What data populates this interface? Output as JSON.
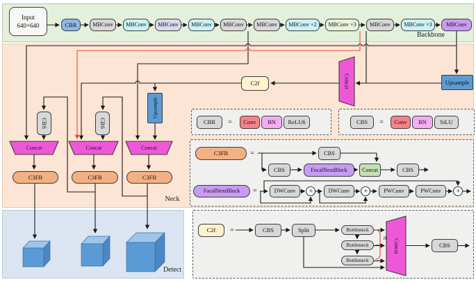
{
  "backbone": {
    "label": "Backbone",
    "input": {
      "line1": "Input",
      "line2": "640×640"
    },
    "cbr": "CBR",
    "blocks": [
      "MBConv",
      "MBConv",
      "MBConv",
      "MBConv",
      "MBConv",
      "MBConv",
      "MBConv ×2",
      "MBConv ×3",
      "MBConv",
      "MBConv ×3",
      "MBConv"
    ]
  },
  "neck": {
    "label": "Neck",
    "upsample_right": "Upsample",
    "upsample_mid": "Upsample",
    "concat_right": "Concat",
    "c2f": "C2f",
    "col1": {
      "cbs": "CBS",
      "concat": "Concat",
      "c3fb": "C3FB"
    },
    "col2": {
      "cbs": "CBS",
      "concat": "Concat",
      "c3fb": "C3FB"
    },
    "col3": {
      "concat": "Concat",
      "c3fb": "C3FB"
    }
  },
  "detect": {
    "label": "Detect"
  },
  "legend": {
    "cbr": {
      "name": "CBR",
      "eq": "=",
      "conv": "Conv",
      "bn": "BN",
      "act": "ReLU6"
    },
    "cbs": {
      "name": "CBS",
      "eq": "=",
      "conv": "Conv",
      "bn": "BN",
      "act": "SiLU"
    },
    "c3fb": {
      "name": "C3FB",
      "eq": "=",
      "cbs_top": "CBS",
      "cbs_left": "CBS",
      "focalnext": "FocalNextBlock",
      "concat": "Concat",
      "cbs_out": "CBS"
    },
    "fnb": {
      "name": "FocalNextBlock",
      "eq": "=",
      "dwconv1": "DWConv",
      "dwconv2": "DWConv",
      "pwconv1": "PWConv",
      "pwconv2": "PWConv",
      "plus": "+"
    },
    "c2f": {
      "name": "C2f",
      "eq": "=",
      "cbs_in": "CBS",
      "split": "Split",
      "bottleneck1": "Bottleneck",
      "bottleneck2": "Bottleneck",
      "bottleneck3": "Bottleneck",
      "n": "n",
      "concat": "Concat",
      "cbs_out": "CBS"
    }
  },
  "colors": {
    "backbone_bg": "#e4f0db",
    "neck_bg": "#fce5d4",
    "detect_bg": "#dbe5f2",
    "cbr_blue": "#8fb8e8",
    "mbconv_gray": "#d8d8d8",
    "mbconv_cyan": "#c9f2f6",
    "mbconv_lavender": "#d9daee",
    "mbconv_palegreen": "#e9f2d9",
    "mbconv_purple": "#c89cf2",
    "upsample_blue": "#5b9bd5",
    "concat_magenta": "#ee58d8",
    "c3fb_orange": "#f2b183",
    "c2f_yellow": "#fdf3cf",
    "conv_red": "#f5828a",
    "bn_pink": "#f2aef2",
    "concat_green": "#c6e0b4",
    "skip_red": "#e8473a",
    "cube_top": "#9fc5ea",
    "cube_front": "#5b9bd5",
    "cube_side": "#4a87c4"
  }
}
